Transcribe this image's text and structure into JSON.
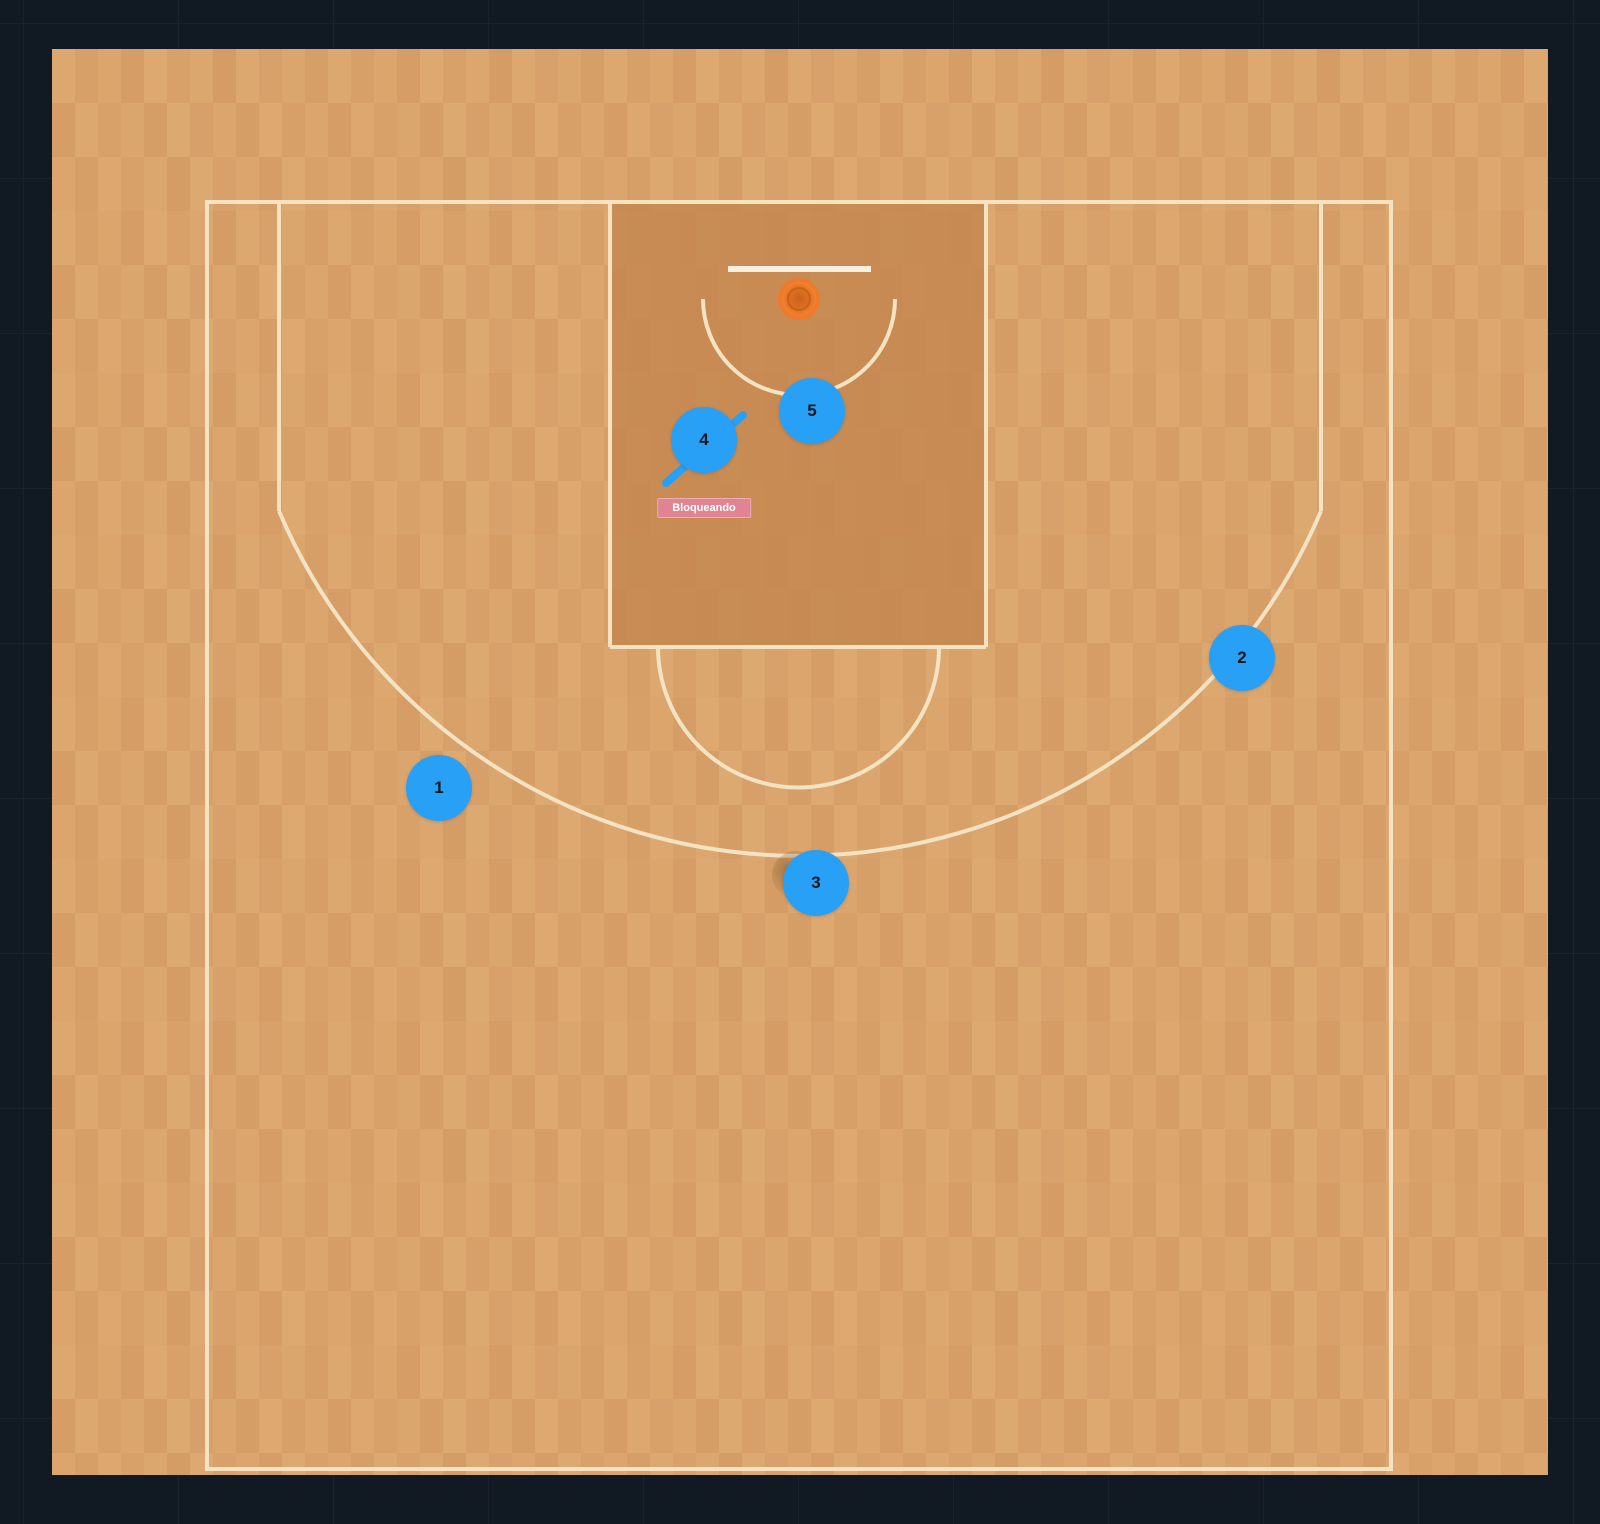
{
  "court": {
    "floor_color": "#d9a36a",
    "paint_color": "#c58851",
    "line_color": "#f3e3c3",
    "rim_color": "#f07a2a"
  },
  "players": [
    {
      "number": "1",
      "color": "#27a0f5"
    },
    {
      "number": "2",
      "color": "#27a0f5"
    },
    {
      "number": "3",
      "color": "#27a0f5"
    },
    {
      "number": "4",
      "color": "#27a0f5"
    },
    {
      "number": "5",
      "color": "#27a0f5"
    }
  ],
  "screen_marker": {
    "color": "#27a0f5",
    "icon": "screen-line-icon"
  },
  "status": {
    "label": "Bloqueando",
    "color": "#e08392"
  }
}
